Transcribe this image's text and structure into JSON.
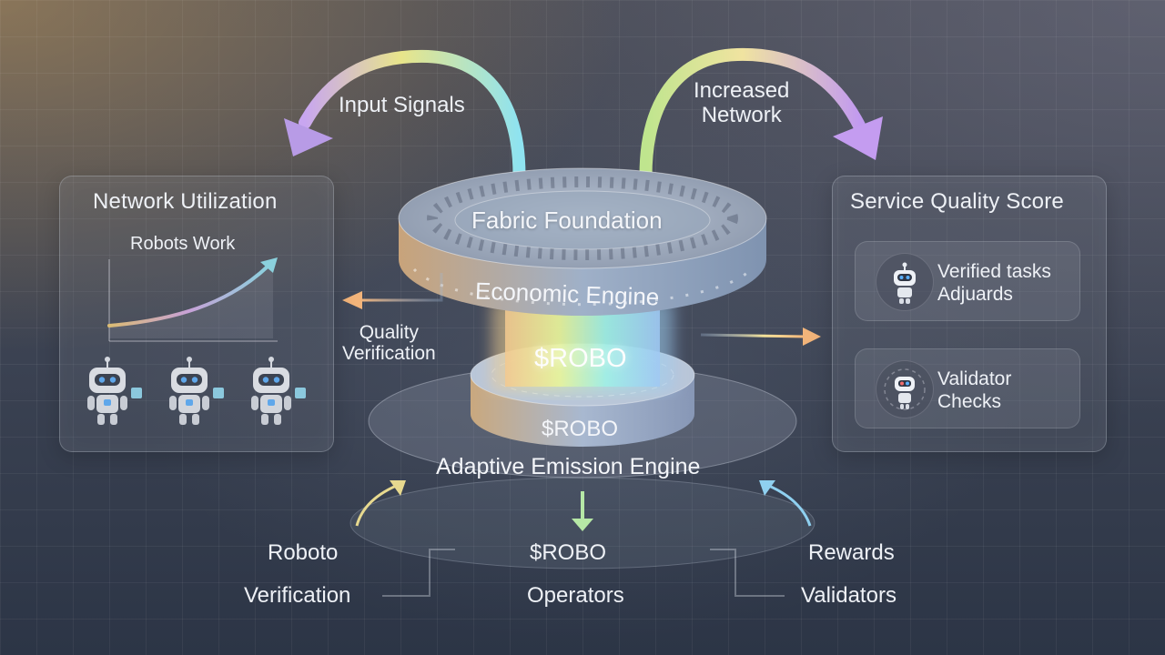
{
  "arrows": {
    "input_signals": "Input Signals",
    "increased_network": [
      "Increased",
      "Network"
    ]
  },
  "left_panel": {
    "title": "Network Utilization",
    "chart_title": "Robots Work"
  },
  "right_panel": {
    "title": "Service Quality Score",
    "items": [
      {
        "label": [
          "Verified tasks",
          "Adjuards"
        ],
        "icon": "robot-icon"
      },
      {
        "label": [
          "Validator",
          "Checks"
        ],
        "icon": "validator-robot-icon"
      }
    ]
  },
  "center": {
    "top_disc": "Fabric Foundation",
    "economic_engine": "Economic Engine",
    "core_token": "$ROBO",
    "lower_token": "$ROBO",
    "emission_engine": "Adaptive Emission Engine"
  },
  "quality_verification": [
    "Quality",
    "Verification"
  ],
  "bottom": {
    "left": [
      "Roboto",
      "Verification"
    ],
    "center": [
      "$ROBO",
      "Operators"
    ],
    "right": [
      "Rewards",
      "Validators"
    ]
  },
  "colors": {
    "accent_orange": "#f2b47a",
    "accent_cyan": "#8fe3f0",
    "accent_purple": "#b58ff0",
    "accent_green": "#b6e8a6",
    "robot_eye": "#5ab0ff"
  }
}
